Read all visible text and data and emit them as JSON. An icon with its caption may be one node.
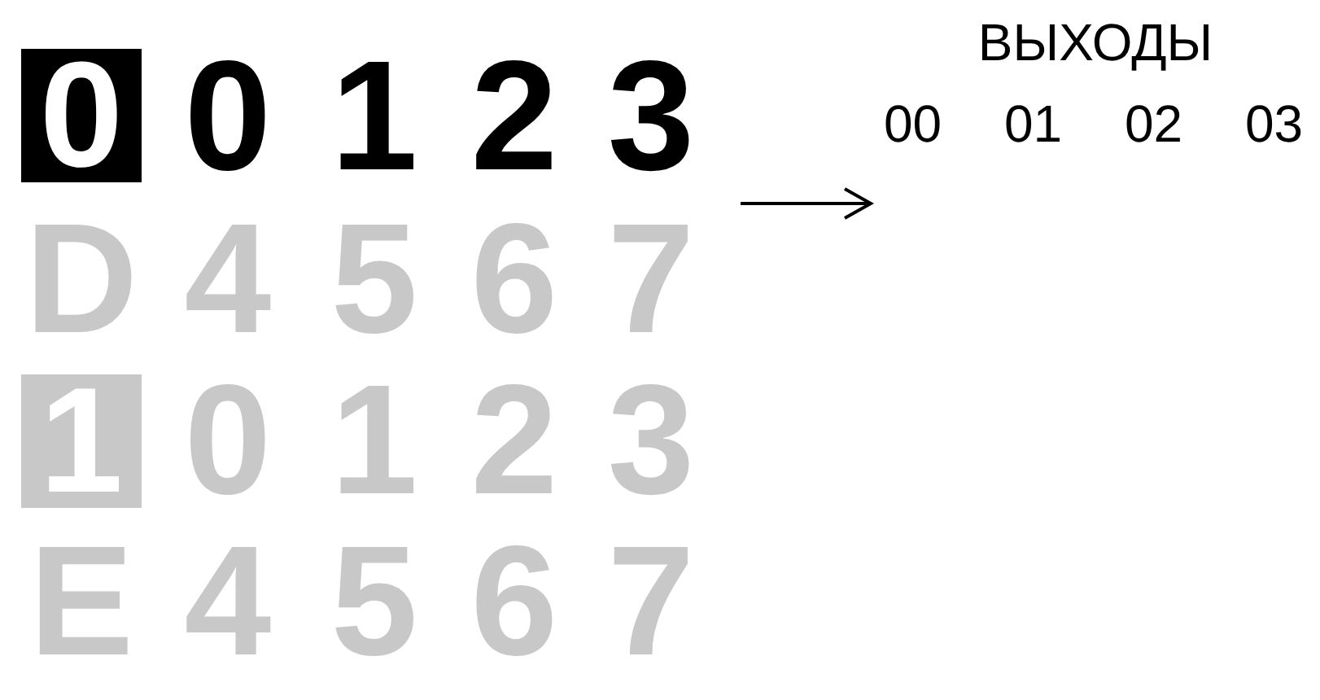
{
  "diagram": {
    "nodes": [
      {
        "text": [
          "0"
        ]
      },
      {
        "text": [
          "1"
        ]
      },
      {
        "text": [
          "ВЫХОДЫ",
          "00",
          "01",
          "02",
          "03"
        ]
      }
    ],
    "edges": [
      {
        "from": null,
        "to": 2,
        "arrow": "to"
      }
    ],
    "labels": [
      "0",
      "1",
      "2",
      "3",
      "D",
      "4",
      "5",
      "6",
      "7",
      "0",
      "1",
      "2",
      "3",
      "E",
      "4",
      "5",
      "6",
      "7"
    ]
  }
}
